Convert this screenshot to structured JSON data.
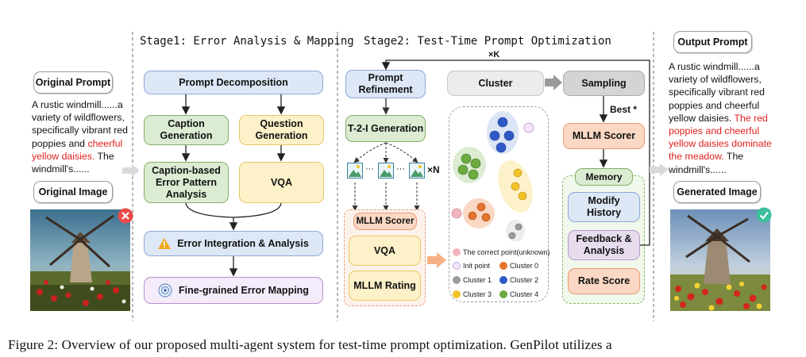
{
  "stage1_title": "Stage1: Error Analysis & Mapping",
  "stage2_title": "Stage2: Test-Time Prompt Optimization",
  "loop_label": "×K",
  "left": {
    "original_prompt_label": "Original Prompt",
    "prompt_lines": [
      "A rustic windmill......a",
      "variety of wildflowers,",
      "specifically vibrant red",
      "poppies and"
    ],
    "prompt_red_1": "cheerful",
    "prompt_red_2": "yellow daisies.",
    "prompt_tail_1": " The",
    "prompt_tail_2": "windmill's......",
    "original_image_label": "Original Image"
  },
  "stage1": {
    "decomposition": "Prompt Decomposition",
    "caption_gen_1": "Caption",
    "caption_gen_2": "Generation",
    "question_gen_1": "Question",
    "question_gen_2": "Generation",
    "caption_error_1": "Caption-based",
    "caption_error_2": "Error Pattern",
    "caption_error_3": "Analysis",
    "vqa": "VQA",
    "integration": "Error Integration & Analysis",
    "mapping": "Fine-grained Error Mapping"
  },
  "stage2": {
    "refinement_1": "Prompt",
    "refinement_2": "Refinement",
    "t2i": "T-2-I Generation",
    "times_n": "×N",
    "ellipsis": "···",
    "mllm_scorer": "MLLM Scorer",
    "vqa": "VQA",
    "mllm_rating": "MLLM Rating",
    "cluster": "Cluster",
    "sampling": "Sampling",
    "best": "Best *",
    "scorer_right": "MLLM Scorer",
    "memory": "Memory",
    "modify_1": "Modify",
    "modify_2": "History",
    "feedback_1": "Feedback &",
    "feedback_2": "Analysis",
    "rate": "Rate Score",
    "legend": {
      "correct": "The correct point(unknown)",
      "init": "Init point",
      "c0": "Cluster 0",
      "c1": "Cluster 1",
      "c2": "Cluster 2",
      "c3": "Cluster 3",
      "c4": "Cluster 4"
    }
  },
  "right": {
    "output_prompt_label": "Output Prompt",
    "output_lines": [
      "A rustic windmill......a",
      "variety of wildflowers,",
      "specifically vibrant red",
      "poppies and cheerful",
      "yellow daisies."
    ],
    "output_red_inline": " The red",
    "output_red_lines": [
      "poppies and cheerful",
      "yellow daisies dominate",
      "the meadow."
    ],
    "output_tail_1": " The",
    "output_tail_2": "windmill's......",
    "generated_image_label": "Generated Image"
  },
  "caption": "Figure 2: Overview of our proposed multi-agent system for test-time prompt optimization. GenPilot utilizes a",
  "colors": {
    "correct_point": "#f3b6c0",
    "init_point": "#e6cdf7",
    "cluster0": "#e6742f",
    "cluster1": "#9b9b9b",
    "cluster2": "#2f58c7",
    "cluster3": "#f2c227",
    "cluster4": "#6cab3f",
    "highlight_red": "#e0201e"
  }
}
